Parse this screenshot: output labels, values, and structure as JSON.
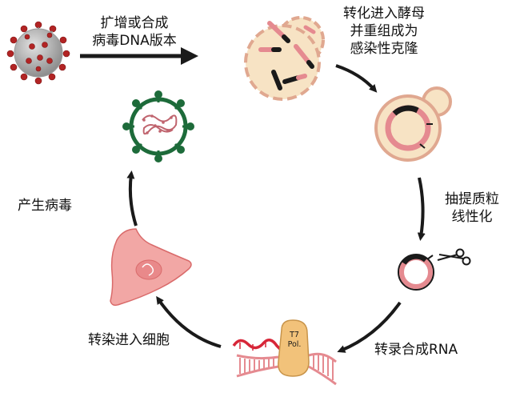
{
  "steps": [
    {
      "id": "amplify",
      "lines": [
        "扩增或合成",
        "病毒DNA版本"
      ]
    },
    {
      "id": "transform",
      "lines": [
        "转化进入酵母",
        "并重组成为",
        "感染性克隆"
      ]
    },
    {
      "id": "extract",
      "lines": [
        "抽提质粒",
        "线性化"
      ]
    },
    {
      "id": "transcribe",
      "lines": [
        "转录合成RNA"
      ]
    },
    {
      "id": "transfect",
      "lines": [
        "转染进入细胞"
      ]
    },
    {
      "id": "produce",
      "lines": [
        "产生病毒"
      ]
    }
  ],
  "enzyme_label": [
    "T7",
    "Pol."
  ],
  "colors": {
    "yeast_fill": "#f7e3c4",
    "yeast_edge": "#e0a890",
    "plasmid_pink": "#e58a90",
    "dark": "#1a1a1a",
    "virus_green": "#1d6b3a",
    "virus_pink": "#c0646e",
    "cell_fill": "#f2a7a5",
    "cell_edge": "#d96a6a",
    "rna_red": "#d72638",
    "polymerase": "#f2c27a",
    "coronavirus_body": "#b9b9b9",
    "coronavirus_spike": "#b22424"
  },
  "icons": [
    "coronavirus-icon",
    "yeast-fragments-icon",
    "yeast-plasmid-icon",
    "linear-plasmid-icon",
    "scissors-icon",
    "t7-polymerase-icon",
    "host-cell-icon",
    "new-virus-icon"
  ]
}
